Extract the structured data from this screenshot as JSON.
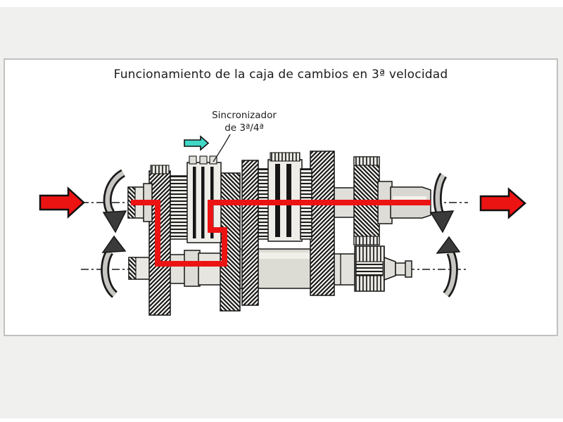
{
  "slide": {
    "title": "Funcionamiento de la caja de cambios en 3ª velocidad",
    "callout": {
      "line1": "Sincronizador",
      "line2": "de 3ª/4ª"
    }
  },
  "icons": {
    "input_arrow": "red-block-arrow-right",
    "output_arrow": "red-block-arrow-right",
    "synchronizer_pointer": "cyan-block-arrow-right",
    "rotation_upper_left": "curved-arrow-down",
    "rotation_lower_left": "curved-arrow-up",
    "rotation_upper_right": "curved-arrow-down",
    "rotation_lower_right": "curved-arrow-up",
    "power_flow": "red-flow-path"
  },
  "colors": {
    "page_bg": "#f0f0ef",
    "panel_bg": "#ffffff",
    "panel_border": "#c2c1c1",
    "ink": "#1d1c1c",
    "flow_red": "#ec1313",
    "sync_cyan": "#41d7c6"
  }
}
